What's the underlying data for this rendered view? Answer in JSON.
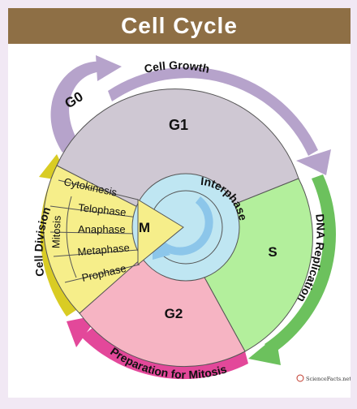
{
  "header": {
    "title": "Cell Cycle"
  },
  "phases": {
    "g1": "G1",
    "s": "S",
    "g2": "G2",
    "m": "M",
    "g0": "G0",
    "interphase": "Interphase",
    "mitosis": "Mitosis"
  },
  "mitosis_steps": {
    "cytokinesis": "Cytokinesis",
    "telophase": "Telophase",
    "anaphase": "Anaphase",
    "metaphase": "Metaphase",
    "prophase": "Prophase"
  },
  "arrows": {
    "cell_growth": "Cell Growth",
    "dna_replication": "DNA Replication",
    "preparation_for_mitosis": "Preparation for Mitosis",
    "cell_division": "Cell Division"
  },
  "logo": {
    "text": "ScienceFacts.net"
  },
  "colors": {
    "banner": "#8e6f45",
    "g1": "#cfc8d3",
    "s": "#b3ef9c",
    "g2": "#f6b4c3",
    "mitosis": "#f6ee8a",
    "interphase": "#bfe6f2",
    "arrow_purple": "#b6a3cb",
    "arrow_green": "#6cc15d",
    "arrow_magenta": "#e3489a",
    "arrow_yellow": "#d9cc24"
  }
}
